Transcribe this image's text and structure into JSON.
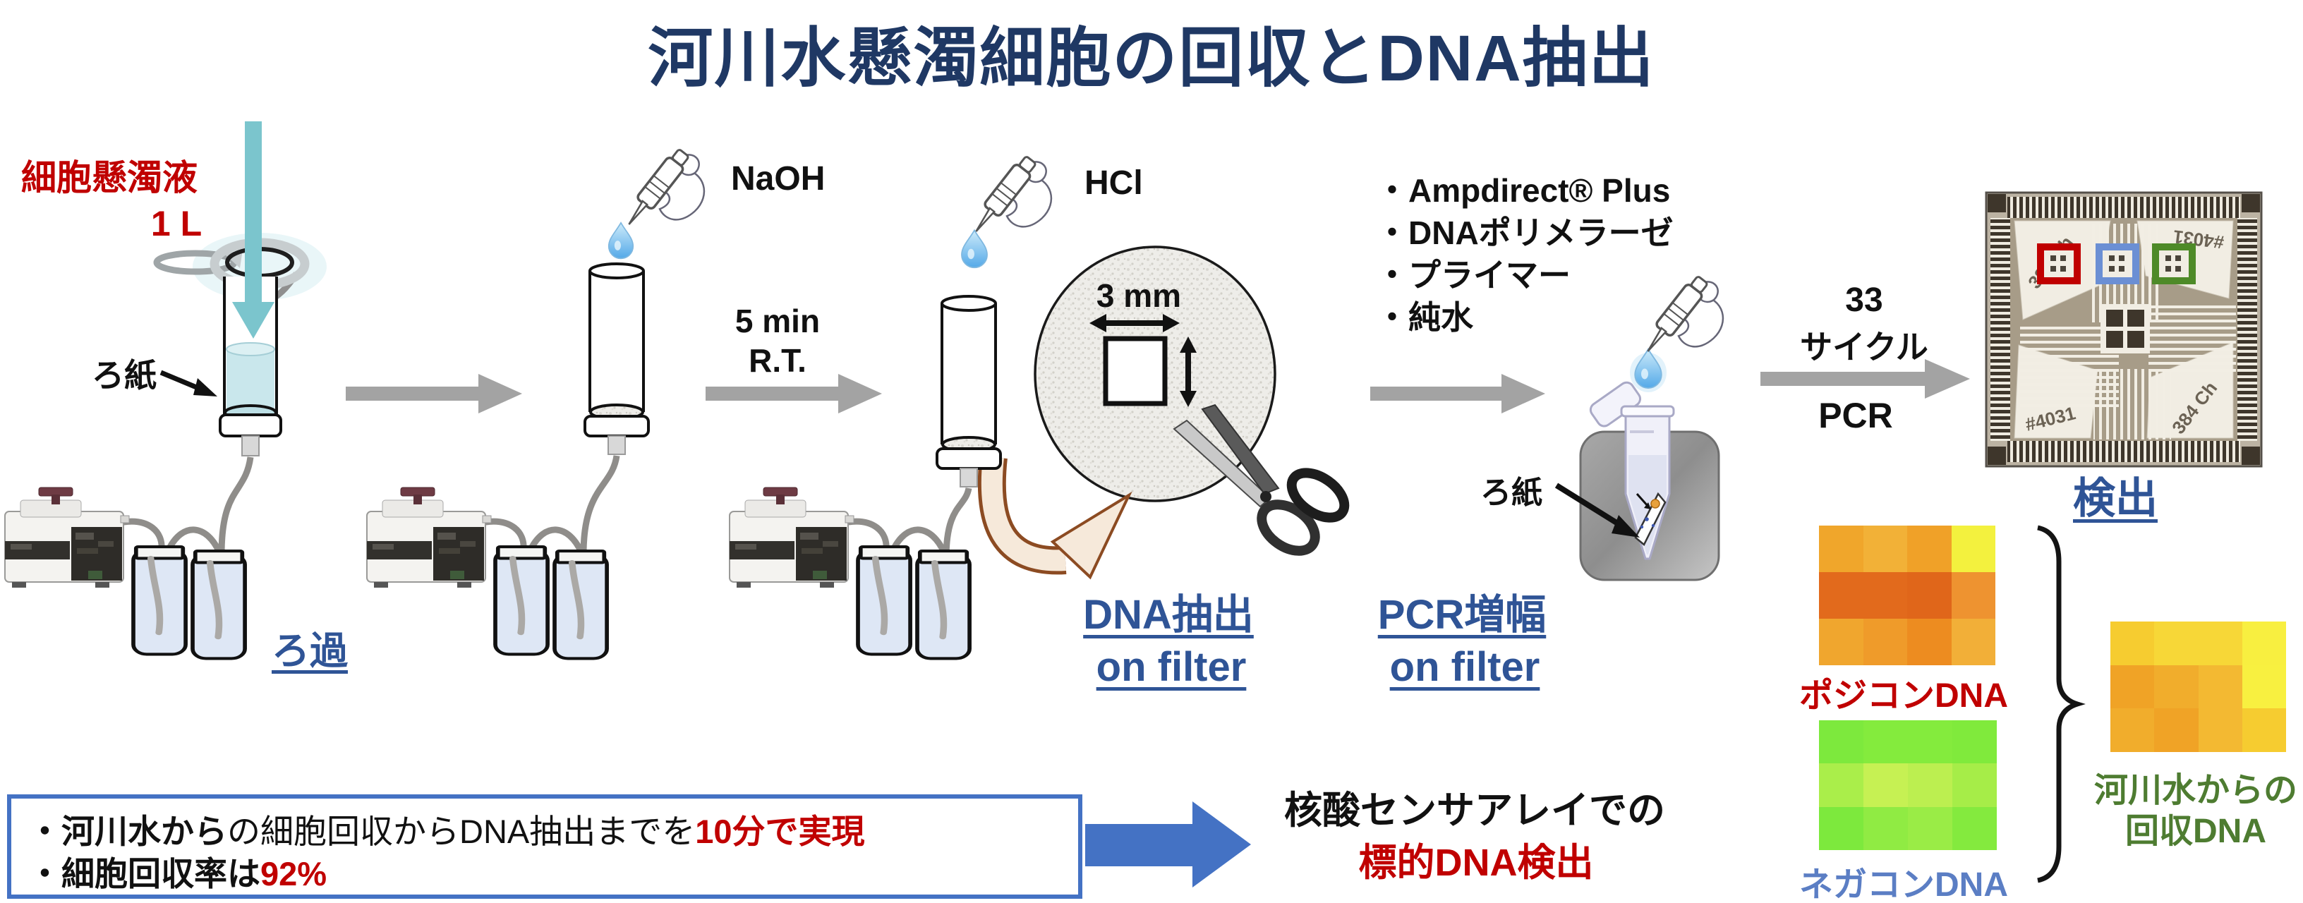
{
  "slide": {
    "title": "河川水懸濁細胞の回収とDNA抽出",
    "colors": {
      "title": "#1F3864",
      "step_label_blue": "#2F5496",
      "highlight_red": "#C00000",
      "negative_label_blue": "#5B7EC4",
      "river_label_green": "#4E7C31",
      "box_border_blue": "#4472C4",
      "flow_arrow_gray": "#A3A3A3",
      "pour_arrow_teal": "#7BC5CD"
    }
  },
  "filtration": {
    "sample_line1": "細胞懸濁液",
    "sample_line2": "1 L",
    "filter_paper": "ろ紙",
    "label": "ろ過"
  },
  "lysis": {
    "reagent": "NaOH",
    "time": "5 min",
    "temp": "R.T."
  },
  "extraction": {
    "reagent": "HCl",
    "cut_size": "3 mm",
    "label_line1": "DNA抽出",
    "label_line2": "on filter"
  },
  "amplification": {
    "reagents": [
      "・Ampdirect® Plus",
      "・DNAポリメラーゼ",
      "・プライマー",
      "・純水"
    ],
    "filter_paper": "ろ紙",
    "label_line1": "PCR増幅",
    "label_line2": "on filter"
  },
  "detection": {
    "cycles_line1": "33",
    "cycles_line2": "サイクル",
    "method": "PCR",
    "label": "検出",
    "chip": {
      "channels": "384 Ch",
      "id": "#4031"
    }
  },
  "chart_data": [
    {
      "type": "heatmap",
      "name": "positive_control",
      "label": "ポジコンDNA",
      "rows": 3,
      "cols": 4,
      "cell_colors": [
        [
          "#F0A62B",
          "#F2B137",
          "#F0A128",
          "#F3F13E"
        ],
        [
          "#E26A1C",
          "#E26A1C",
          "#E0661A",
          "#EE9330"
        ],
        [
          "#F0A62E",
          "#EF9B2A",
          "#ED8C20",
          "#F2AF38"
        ]
      ]
    },
    {
      "type": "heatmap",
      "name": "negative_control",
      "label": "ネガコンDNA",
      "rows": 3,
      "cols": 4,
      "cell_colors": [
        [
          "#7DE93D",
          "#84EB3D",
          "#84EB3D",
          "#80EA3C"
        ],
        [
          "#AAEE4A",
          "#C6F153",
          "#BCEF50",
          "#A6ED48"
        ],
        [
          "#7DE93D",
          "#90EB43",
          "#9AEC46",
          "#84EA3E"
        ]
      ]
    },
    {
      "type": "heatmap",
      "name": "river_water_recovered",
      "label_line1": "河川水からの",
      "label_line2": "回収DNA",
      "rows": 3,
      "cols": 4,
      "cell_colors": [
        [
          "#F6CC30",
          "#F7D737",
          "#F7D737",
          "#F8EF40"
        ],
        [
          "#F0A326",
          "#F1AD2C",
          "#F3B932",
          "#F8F040"
        ],
        [
          "#F1AD2C",
          "#F0A326",
          "#F3B932",
          "#F6CC30"
        ]
      ]
    }
  ],
  "results": {
    "bullet1": {
      "bold": "・河川水から",
      "normal": "の細胞回収からDNA抽出までを",
      "highlight": "10分で実現"
    },
    "bullet2": {
      "normal": "・細胞回収率は",
      "highlight": "92%"
    }
  },
  "conclusion": {
    "line1": "核酸センサアレイでの",
    "line2": "標的DNA検出"
  }
}
